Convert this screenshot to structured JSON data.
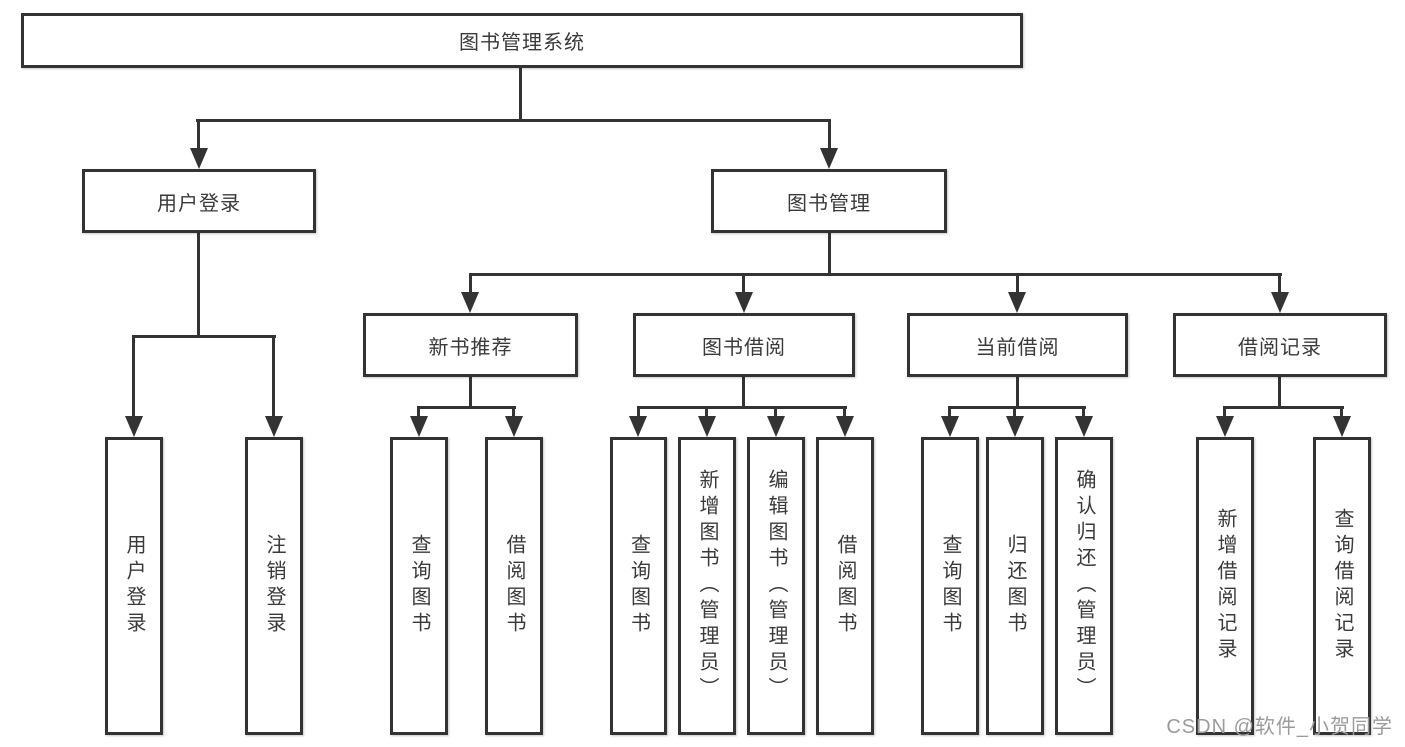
{
  "diagram": {
    "type": "hierarchy-tree",
    "colors": {
      "line": "#333333",
      "box_border": "#333333",
      "box_background": "#ffffff",
      "text": "#3a3a3a",
      "watermark": "#9b9b9b"
    },
    "tree": {
      "root": {
        "label": "图书管理系统"
      },
      "branches": [
        {
          "label": "用户登录",
          "children": [
            {
              "label": "用户登录"
            },
            {
              "label": "注销登录"
            }
          ]
        },
        {
          "label": "图书管理",
          "children": [
            {
              "label": "新书推荐",
              "children": [
                {
                  "label": "查询图书"
                },
                {
                  "label": "借阅图书"
                }
              ]
            },
            {
              "label": "图书借阅",
              "children": [
                {
                  "label": "查询图书"
                },
                {
                  "label": "新增图书（管理员）"
                },
                {
                  "label": "编辑图书（管理员）"
                },
                {
                  "label": "借阅图书"
                }
              ]
            },
            {
              "label": "当前借阅",
              "children": [
                {
                  "label": "查询图书"
                },
                {
                  "label": "归还图书"
                },
                {
                  "label": "确认归还（管理员）"
                }
              ]
            },
            {
              "label": "借阅记录",
              "children": [
                {
                  "label": "新增借阅记录"
                },
                {
                  "label": "查询借阅记录"
                }
              ]
            }
          ]
        }
      ]
    }
  },
  "watermark": "CSDN @软件_小贺同学"
}
